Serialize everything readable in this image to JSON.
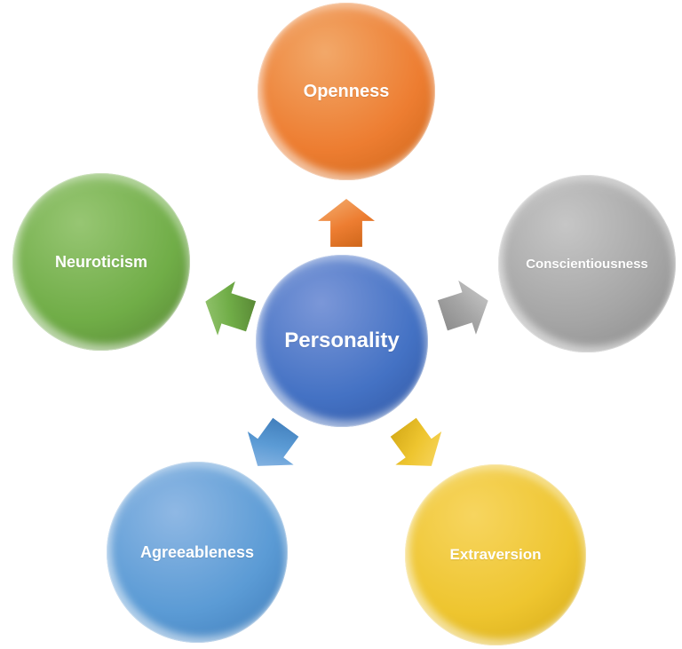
{
  "diagram": {
    "type": "diverging-radial",
    "background": "#ffffff",
    "label_color": "#ffffff",
    "center": {
      "id": "personality",
      "label": "Personality",
      "colors": {
        "light": "#7b97d8",
        "base": "#4472c4",
        "dark": "#2f549f"
      }
    },
    "nodes": [
      {
        "id": "openness",
        "label": "Openness",
        "position": "top",
        "colors": {
          "light": "#f2a869",
          "base": "#ed7d31",
          "dark": "#c96317"
        }
      },
      {
        "id": "conscientiousness",
        "label": "Conscientiousness",
        "position": "right",
        "colors": {
          "light": "#c6c6c6",
          "base": "#a5a5a5",
          "dark": "#898989"
        }
      },
      {
        "id": "extraversion",
        "label": "Extraversion",
        "position": "bottom-right",
        "colors": {
          "light": "#f7d55f",
          "base": "#eec52f",
          "dark": "#d2a715"
        }
      },
      {
        "id": "agreeableness",
        "label": "Agreeableness",
        "position": "bottom-left",
        "colors": {
          "light": "#8fb8e4",
          "base": "#5b9bd5",
          "dark": "#3c79b7"
        }
      },
      {
        "id": "neuroticism",
        "label": "Neuroticism",
        "position": "left",
        "colors": {
          "light": "#97c673",
          "base": "#70ad47",
          "dark": "#558233"
        }
      }
    ]
  }
}
